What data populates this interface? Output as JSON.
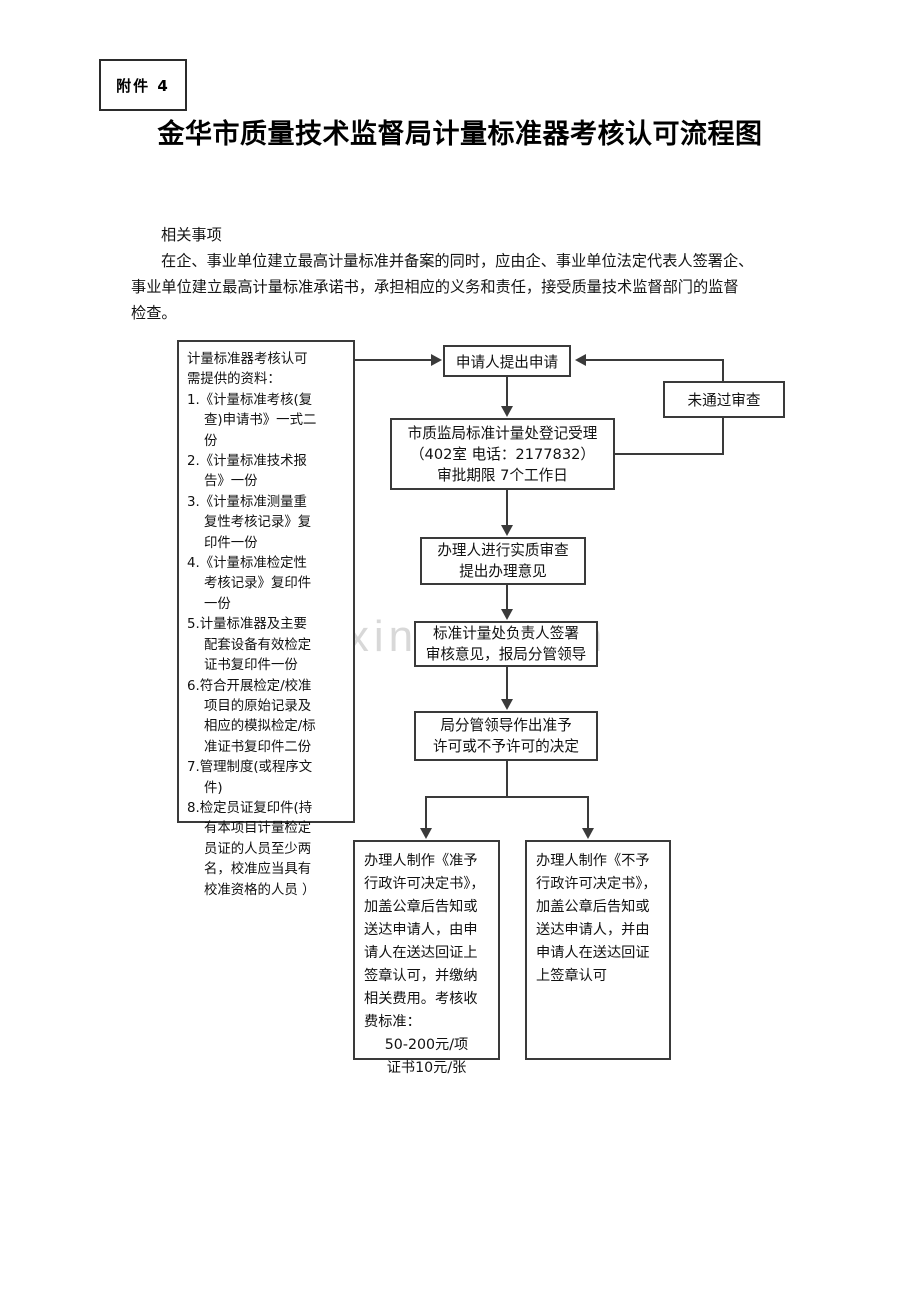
{
  "header": {
    "attachment_tag": "附件 4",
    "title": "金华市质量技术监督局计量标准器考核认可流程图"
  },
  "intro": {
    "heading": "相关事项",
    "paragraph_line1": "在企、事业单位建立最高计量标准并备案的同时，应由企、事业单位法定代表人签署企、",
    "paragraph_line2": "事业单位建立最高计量标准承诺书，承担相应的义务和责任，接受质量技术监督部门的监督",
    "paragraph_line3": "检查。"
  },
  "watermark": {
    "text": "www.zixin.com.cn"
  },
  "documents_panel": {
    "heading": "计量标准器考核认可\n需提供的资料：",
    "items": [
      "1.《计量标准考核(复\n查)申请书》一式二\n份",
      "2.《计量标准技术报\n告》一份",
      "3.《计量标准测量重\n复性考核记录》复\n印件一份",
      "4.《计量标准检定性\n考核记录》复印件\n一份",
      "5.计量标准器及主要\n配套设备有效检定\n证书复印件一份",
      "6.符合开展检定/校准\n项目的原始记录及\n相应的模拟检定/标\n准证书复印件二份",
      "7.管理制度(或程序文\n件)",
      "8.检定员证复印件(持\n有本项目计量检定\n员证的人员至少两\n名，校准应当具有\n校准资格的人员 ）"
    ]
  },
  "flow": {
    "apply": "申请人提出申请",
    "reject": "未通过审查",
    "register": "市质监局标准计量处登记受理\n（402室  电话：2177832）\n审批期限  7个工作日",
    "review": "办理人进行实质审查\n提出办理意见",
    "sign": "标准计量处负责人签署\n审核意见，报局分管领导",
    "decision": "局分管领导作出准予\n许可或不予许可的决定",
    "grant": "办理人制作《准予行政许可决定书》，加盖公章后告知或送达申请人，由申请人在送达回证上签章认可，并缴纳相关费用。考核收费标准：",
    "grant_fee_1": "50-200元/项",
    "grant_fee_2": "证书10元/张",
    "deny": "办理人制作《不予行政许可决定书》，加盖公章后告知或送达申请人，并由申请人在送达回证上签章认可"
  },
  "colors": {
    "line": "#3a3a3a",
    "text": "#111111",
    "watermark": "#d8d8d8"
  }
}
